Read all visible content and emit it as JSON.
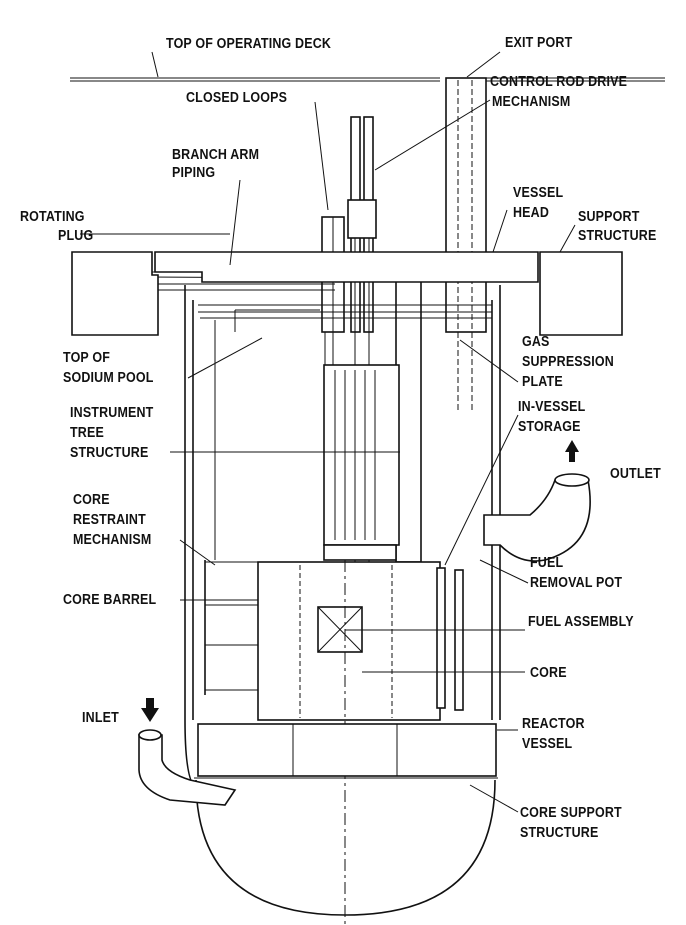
{
  "labels": {
    "top_of_operating_deck": "TOP OF OPERATING DECK",
    "exit_port": "EXIT PORT",
    "control_rod_drive_1": "CONTROL ROD DRIVE",
    "control_rod_drive_2": "MECHANISM",
    "closed_loops": "CLOSED LOOPS",
    "branch_arm_1": "BRANCH ARM",
    "branch_arm_2": "PIPING",
    "rotating_plug_1": "ROTATING",
    "rotating_plug_2": "PLUG",
    "vessel_head_1": "VESSEL",
    "vessel_head_2": "HEAD",
    "support_structure_1": "SUPPORT",
    "support_structure_2": "STRUCTURE",
    "sodium_pool_1": "TOP OF",
    "sodium_pool_2": "SODIUM POOL",
    "gas_suppression_1": "GAS",
    "gas_suppression_2": "SUPPRESSION",
    "gas_suppression_3": "PLATE",
    "instrument_tree_1": "INSTRUMENT",
    "instrument_tree_2": "TREE",
    "instrument_tree_3": "STRUCTURE",
    "in_vessel_storage_1": "IN-VESSEL",
    "in_vessel_storage_2": "STORAGE",
    "outlet": "OUTLET",
    "core_restraint_1": "CORE",
    "core_restraint_2": "RESTRAINT",
    "core_restraint_3": "MECHANISM",
    "fuel_removal_1": "FUEL",
    "fuel_removal_2": "REMOVAL POT",
    "core_barrel": "CORE BARREL",
    "fuel_assembly": "FUEL ASSEMBLY",
    "core": "CORE",
    "inlet": "INLET",
    "reactor_vessel_1": "REACTOR",
    "reactor_vessel_2": "VESSEL",
    "core_support_1": "CORE SUPPORT",
    "core_support_2": "STRUCTURE"
  }
}
